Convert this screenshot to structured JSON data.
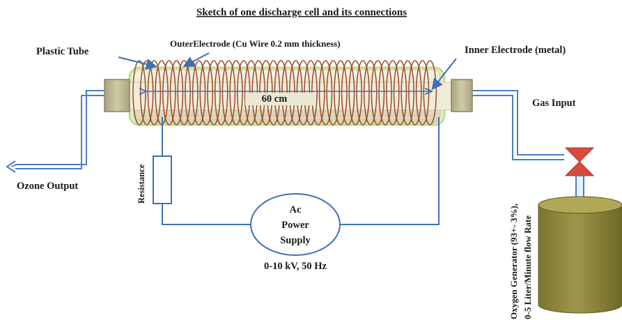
{
  "title": "Sketch of one discharge cell and its connections",
  "labels": {
    "plastic_tube": "Plastic Tube",
    "outer_electrode": "OuterElectrode (Cu  Wire 0.2 mm  thickness)",
    "inner_electrode": "Inner Electrode  (metal)",
    "length": "60 cm",
    "gas_input": "Gas Input",
    "ozone_output": "Ozone Output",
    "resistance": "Resistance",
    "power_line1": "Ac",
    "power_line2": "Power",
    "power_line3": "Supply",
    "power_rating": "0-10 kV,  50 Hz",
    "generator_line1": "Oxygen Generator (93+- 3%),",
    "generator_line2": "0-5 Liter/Minute flow Rate"
  },
  "colors": {
    "tube_fill": "#ece7d2",
    "tube_edge": "#c9c9a8",
    "tube_glow": "#cfe8a6",
    "cap_fill": "#c2bc98",
    "coil": "#9a4a2a",
    "wire": "#3f6fb5",
    "pipe": "#4a7cc4",
    "cylinder": "#8f8738",
    "cylinder_top": "#a39c4a",
    "valve": "#d94a3c",
    "arrow": "#3f6fb5"
  }
}
